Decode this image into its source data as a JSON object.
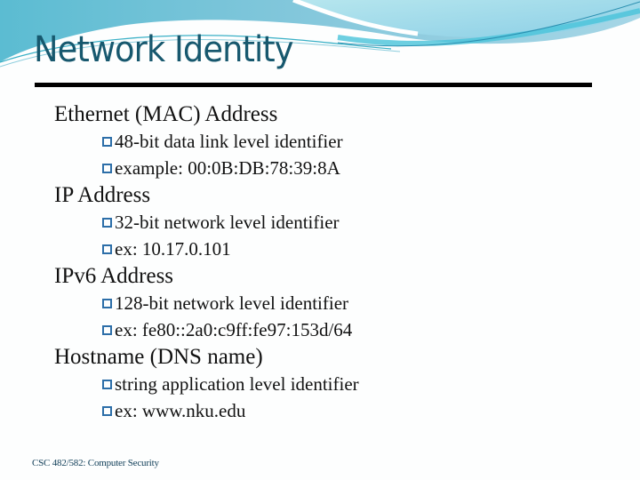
{
  "slide": {
    "title": "Network Identity",
    "colors": {
      "title": "#17586e",
      "bullet": "#2c6ea8",
      "swoosh_light": "#a8dce8",
      "swoosh_mid": "#7cc3d8",
      "swoosh_teal": "#5ccfe0"
    },
    "sections": [
      {
        "heading": "Ethernet (MAC) Address",
        "bullets": [
          "48-bit data link level identifier",
          "example: 00:0B:DB:78:39:8A"
        ]
      },
      {
        "heading": "IP Address",
        "bullets": [
          "32-bit network level identifier",
          "ex: 10.17.0.101"
        ]
      },
      {
        "heading": "IPv6 Address",
        "bullets": [
          "128-bit network level identifier",
          "ex: fe80::2a0:c9ff:fe97:153d/64"
        ]
      },
      {
        "heading": "Hostname (DNS name)",
        "bullets": [
          "string application level identifier",
          "ex: www.nku.edu"
        ]
      }
    ],
    "footer": "CSC 482/582: Computer Security"
  }
}
